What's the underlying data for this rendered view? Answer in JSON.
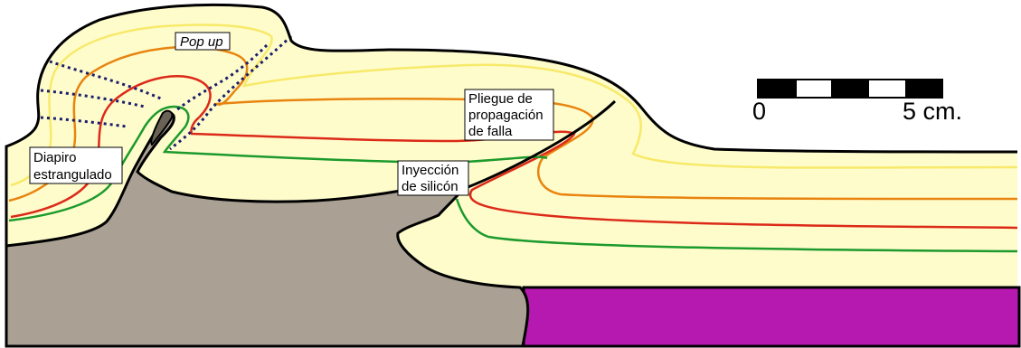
{
  "labels": {
    "pop_up": "Pop up",
    "diapiro_line1": "Diapiro",
    "diapiro_line2": "estrangulado",
    "pliegue_line1": "Pliegue de",
    "pliegue_line2": "propagación",
    "pliegue_line3": "de falla",
    "inyeccion_line1": "Inyección",
    "inyeccion_line2": "de silicón"
  },
  "scale_bar": {
    "start_label": "0",
    "end_label": "5 cm."
  },
  "colors": {
    "sand": "#fffccc",
    "silicone": "#aaa194",
    "basement": "#b519b0",
    "horizon_yellow": "#f7e96a",
    "horizon_orange": "#e8840f",
    "horizon_red": "#dc2a18",
    "horizon_green": "#1c9a2c",
    "fault_dotted": "#1b1f6b",
    "outline": "#000000"
  }
}
